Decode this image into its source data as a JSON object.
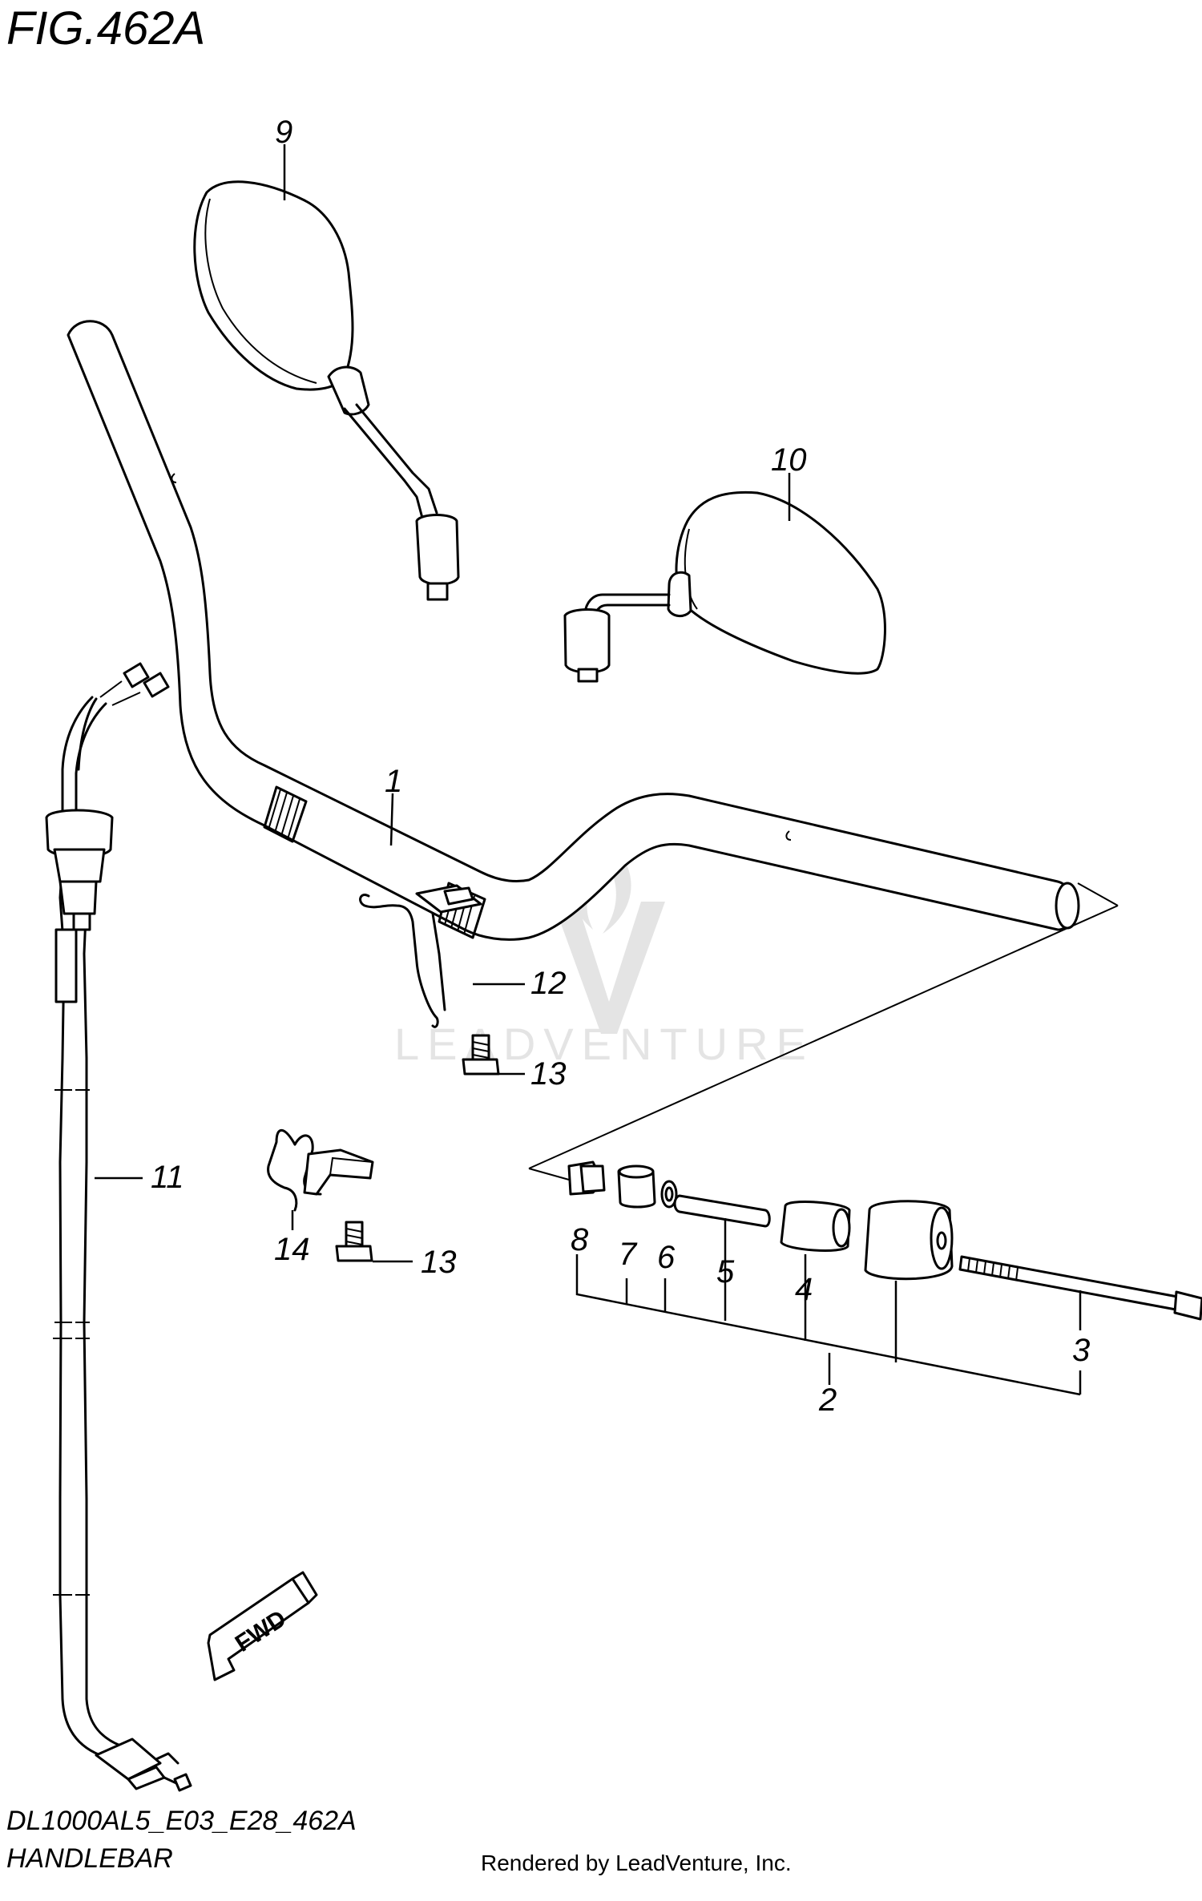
{
  "figure": {
    "title": "FIG.462A",
    "code": "DL1000AL5_E03_E28_462A",
    "name": "HANDLEBAR",
    "credit": "Rendered by LeadVenture, Inc.",
    "watermark": "LEADVENTURE",
    "direction_label": "FWD"
  },
  "callouts": [
    {
      "id": "1",
      "label": "1"
    },
    {
      "id": "2",
      "label": "2"
    },
    {
      "id": "3",
      "label": "3"
    },
    {
      "id": "4",
      "label": "4"
    },
    {
      "id": "5",
      "label": "5"
    },
    {
      "id": "6",
      "label": "6"
    },
    {
      "id": "7",
      "label": "7"
    },
    {
      "id": "8",
      "label": "8"
    },
    {
      "id": "9",
      "label": "9"
    },
    {
      "id": "10",
      "label": "10"
    },
    {
      "id": "11",
      "label": "11"
    },
    {
      "id": "12",
      "label": "12"
    },
    {
      "id": "13a",
      "label": "13"
    },
    {
      "id": "13b",
      "label": "13"
    },
    {
      "id": "14",
      "label": "14"
    }
  ]
}
